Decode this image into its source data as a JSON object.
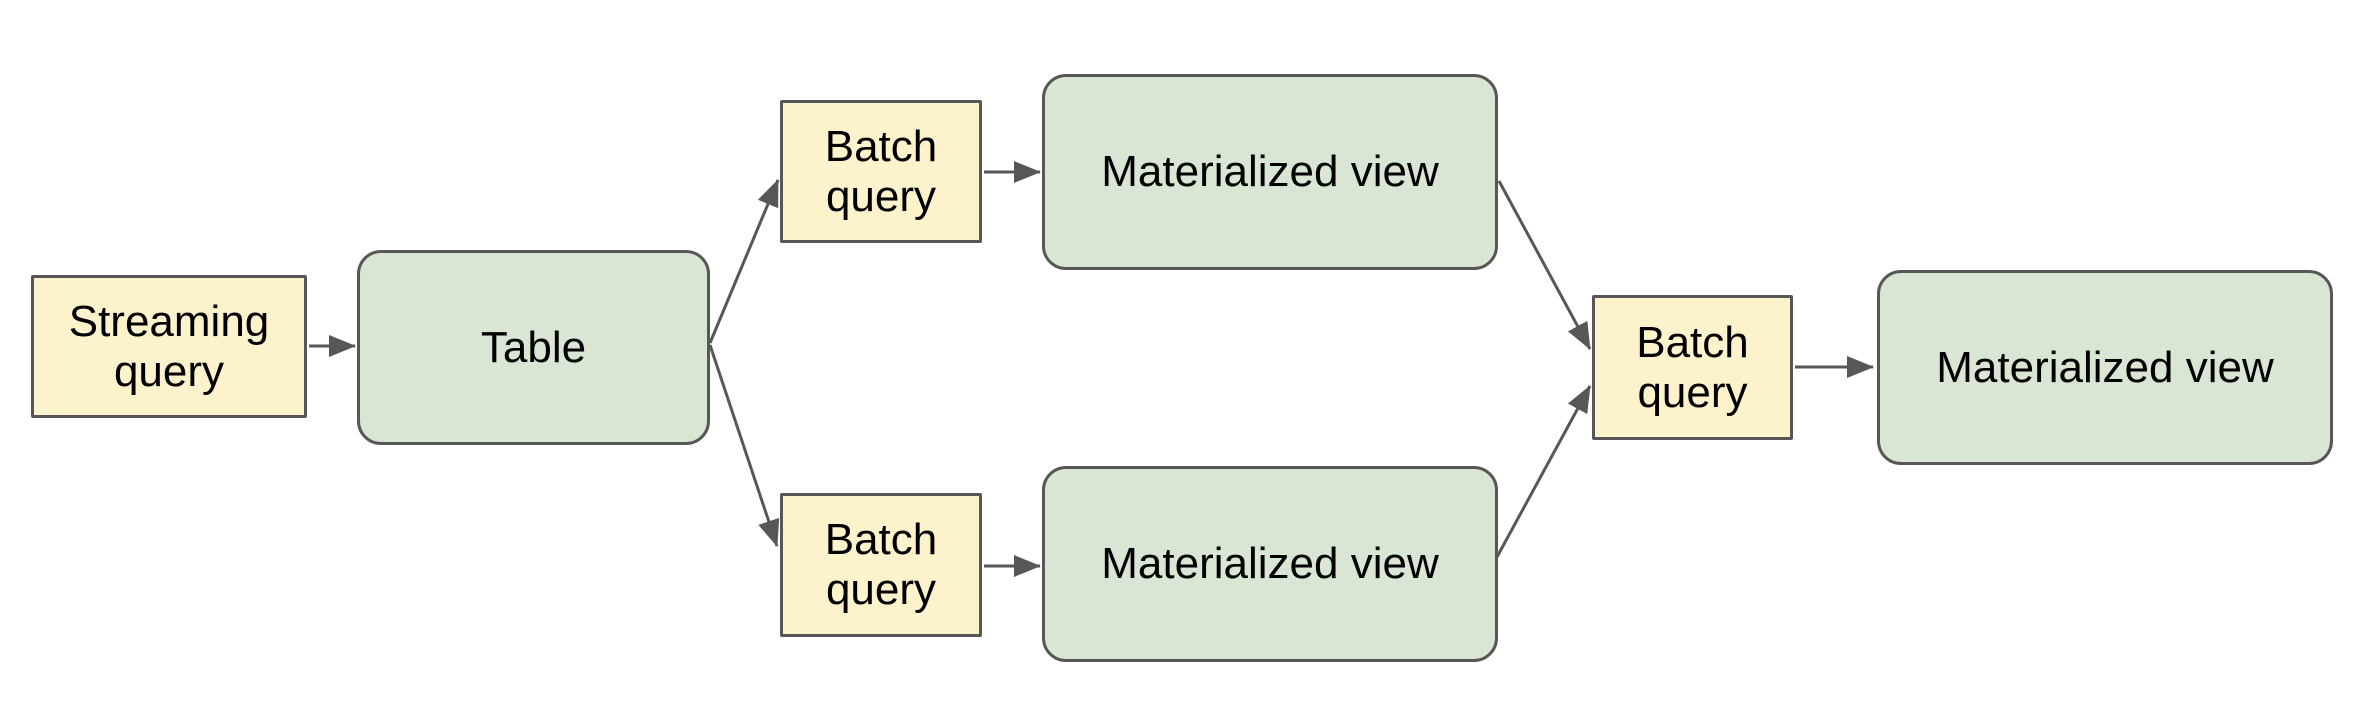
{
  "colors": {
    "background": "#ffffff",
    "query_fill": "#fcf2cc",
    "query_border": "#575757",
    "store_fill": "#d9e6d3",
    "store_border": "#575757",
    "arrow": "#575757",
    "text": "#000000"
  },
  "nodes": [
    {
      "id": "streaming-query",
      "label": "Streaming query",
      "kind": "query"
    },
    {
      "id": "table",
      "label": "Table",
      "kind": "store"
    },
    {
      "id": "batch-query-top",
      "label": "Batch query",
      "kind": "query"
    },
    {
      "id": "materialized-view-top",
      "label": "Materialized view",
      "kind": "store"
    },
    {
      "id": "batch-query-bottom",
      "label": "Batch query",
      "kind": "query"
    },
    {
      "id": "materialized-view-bottom",
      "label": "Materialized view",
      "kind": "store"
    },
    {
      "id": "batch-query-join",
      "label": "Batch query",
      "kind": "query"
    },
    {
      "id": "materialized-view-final",
      "label": "Materialized view",
      "kind": "store"
    }
  ],
  "edges": [
    {
      "from": "streaming-query",
      "to": "table"
    },
    {
      "from": "table",
      "to": "batch-query-top"
    },
    {
      "from": "table",
      "to": "batch-query-bottom"
    },
    {
      "from": "batch-query-top",
      "to": "materialized-view-top"
    },
    {
      "from": "batch-query-bottom",
      "to": "materialized-view-bottom"
    },
    {
      "from": "materialized-view-top",
      "to": "batch-query-join"
    },
    {
      "from": "materialized-view-bottom",
      "to": "batch-query-join"
    },
    {
      "from": "batch-query-join",
      "to": "materialized-view-final"
    }
  ]
}
